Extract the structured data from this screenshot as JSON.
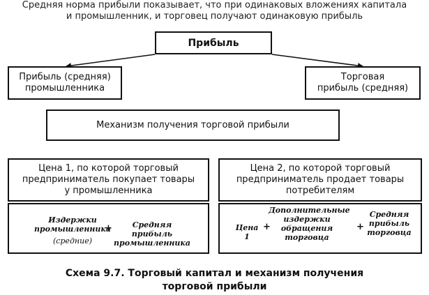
{
  "intro": {
    "line1": "Средняя норма прибыли показывает, что при одинаковых вложениях капитала",
    "line2": "и промышленник, и торговец получают одинаковую прибыль"
  },
  "profit": "Прибыль",
  "left_box": {
    "line1": "Прибыль (средняя)",
    "line2": "промышленника"
  },
  "right_box": {
    "line1": "Торговая",
    "line2": "прибыль (средняя)"
  },
  "mechanism": "Механизм получения торговой прибыли",
  "price1": {
    "line1": "Цена 1, по которой торговый",
    "line2": "предприниматель покупает товары",
    "line3": "у промышленника"
  },
  "price2": {
    "line1": "Цена 2, по которой торговый",
    "line2": "предприниматель продает товары",
    "line3": "потребителям"
  },
  "formula1": {
    "term1_line1": "Издержки",
    "term1_line2": "промышленника",
    "term1_note": "(средние)",
    "plus": "+",
    "term2_line1": "Средняя прибыль",
    "term2_line2": "промышленника"
  },
  "formula2": {
    "term1": "Цена 1",
    "plus1": "+",
    "term2_line1": "Дополнительные",
    "term2_line2": "издержки",
    "term2_line3": "обращения",
    "term2_line4": "торговца",
    "plus2": "+",
    "term3_line1": "Средняя",
    "term3_line2": "прибыль",
    "term3_line3": "торговца"
  },
  "caption": {
    "line1": "Схема 9.7. Торговый капитал и механизм получения",
    "line2": "торговой прибыли"
  }
}
